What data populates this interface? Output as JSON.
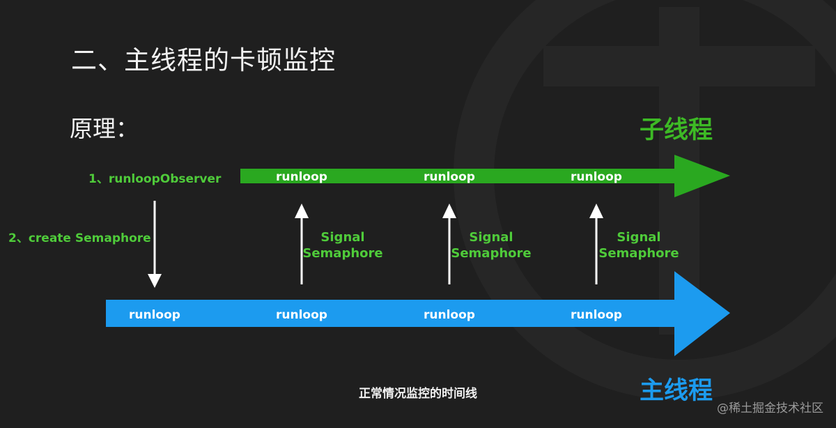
{
  "slide": {
    "title": "二、主线程的卡顿监控",
    "principle_label": "原理："
  },
  "sub_thread": {
    "label": "子线程",
    "color": "#2aa820",
    "runloops": [
      "runloop",
      "runloop",
      "runloop"
    ]
  },
  "main_thread": {
    "label": "主线程",
    "color": "#1c9bef",
    "runloops": [
      "runloop",
      "runloop",
      "runloop",
      "runloop"
    ]
  },
  "steps": {
    "step1": "1、runloopObserver",
    "step2": "2、create Semaphore"
  },
  "signals": [
    {
      "line1": "Signal",
      "line2": "Semaphore"
    },
    {
      "line1": "Signal",
      "line2": "Semaphore"
    },
    {
      "line1": "Signal",
      "line2": "Semaphore"
    }
  ],
  "caption": "正常情况监控的时间线",
  "credit": "@稀土掘金技术社区",
  "icons": {
    "watermark": "watermark-logo-icon",
    "arrow_up": "arrow-up-icon",
    "arrow_down": "arrow-down-icon"
  }
}
